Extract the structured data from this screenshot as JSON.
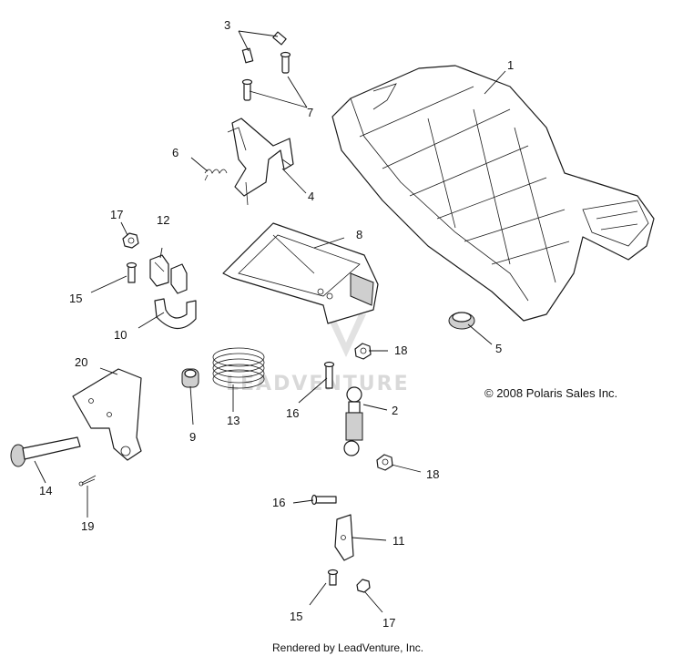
{
  "diagram": {
    "copyright": "© 2008 Polaris Sales Inc.",
    "footer": "Rendered by LeadVenture, Inc.",
    "watermark": "LEADVENTURE",
    "callouts": {
      "c1": "1",
      "c2": "2",
      "c3": "3",
      "c4": "4",
      "c5": "5",
      "c6": "6",
      "c7": "7",
      "c8": "8",
      "c9": "9",
      "c10": "10",
      "c11": "11",
      "c12": "12",
      "c13": "13",
      "c14": "14",
      "c15a": "15",
      "c15b": "15",
      "c16a": "16",
      "c16b": "16",
      "c17a": "17",
      "c17b": "17",
      "c18a": "18",
      "c18b": "18",
      "c19": "19",
      "c20": "20"
    }
  }
}
